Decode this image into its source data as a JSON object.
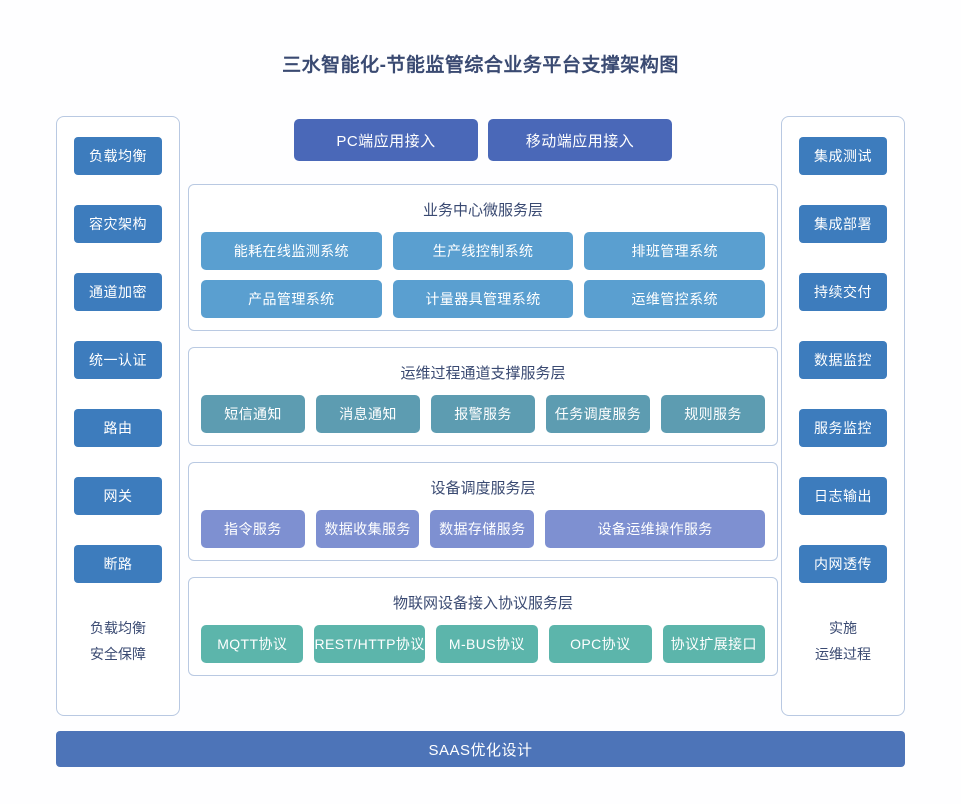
{
  "title": "三水智能化-节能监管综合业务平台支撑架构图",
  "colors": {
    "sidebar_button": "#3d7cbd",
    "access_button": "#4a68b8",
    "business_chip": "#5a9fd0",
    "ops_chip": "#5d9cb1",
    "device_chip": "#7e90d1",
    "iot_chip": "#5cb5ab",
    "bottom_bar": "#4d74b8",
    "panel_border": "#b9c9e2",
    "title_text": "#3a4a72"
  },
  "left_sidebar": {
    "items": [
      {
        "label": "负载均衡"
      },
      {
        "label": "容灾架构"
      },
      {
        "label": "通道加密"
      },
      {
        "label": "统一认证"
      },
      {
        "label": "路由"
      },
      {
        "label": "网关"
      },
      {
        "label": "断路"
      }
    ],
    "footer_line1": "负载均衡",
    "footer_line2": "安全保障"
  },
  "right_sidebar": {
    "items": [
      {
        "label": "集成测试"
      },
      {
        "label": "集成部署"
      },
      {
        "label": "持续交付"
      },
      {
        "label": "数据监控"
      },
      {
        "label": "服务监控"
      },
      {
        "label": "日志输出"
      },
      {
        "label": "内网透传"
      }
    ],
    "footer_line1": "实施",
    "footer_line2": "运维过程"
  },
  "access": {
    "pc": "PC端应用接入",
    "mobile": "移动端应用接入"
  },
  "layers": {
    "business": {
      "title": "业务中心微服务层",
      "row1": [
        {
          "label": "能耗在线监测系统"
        },
        {
          "label": "生产线控制系统"
        },
        {
          "label": "排班管理系统"
        }
      ],
      "row2": [
        {
          "label": "产品管理系统"
        },
        {
          "label": "计量器具管理系统"
        },
        {
          "label": "运维管控系统"
        }
      ]
    },
    "ops": {
      "title": "运维过程通道支撑服务层",
      "items": [
        {
          "label": "短信通知"
        },
        {
          "label": "消息通知"
        },
        {
          "label": "报警服务"
        },
        {
          "label": "任务调度服务"
        },
        {
          "label": "规则服务"
        }
      ]
    },
    "device": {
      "title": "设备调度服务层",
      "items": [
        {
          "label": "指令服务"
        },
        {
          "label": "数据收集服务"
        },
        {
          "label": "数据存储服务"
        },
        {
          "label": "设备运维操作服务"
        }
      ]
    },
    "iot": {
      "title": "物联网设备接入协议服务层",
      "items": [
        {
          "label": "MQTT协议"
        },
        {
          "label": "REST/HTTP协议"
        },
        {
          "label": "M-BUS协议"
        },
        {
          "label": "OPC协议"
        },
        {
          "label": "协议扩展接口"
        }
      ]
    }
  },
  "bottom_bar": {
    "label": "SAAS优化设计"
  }
}
